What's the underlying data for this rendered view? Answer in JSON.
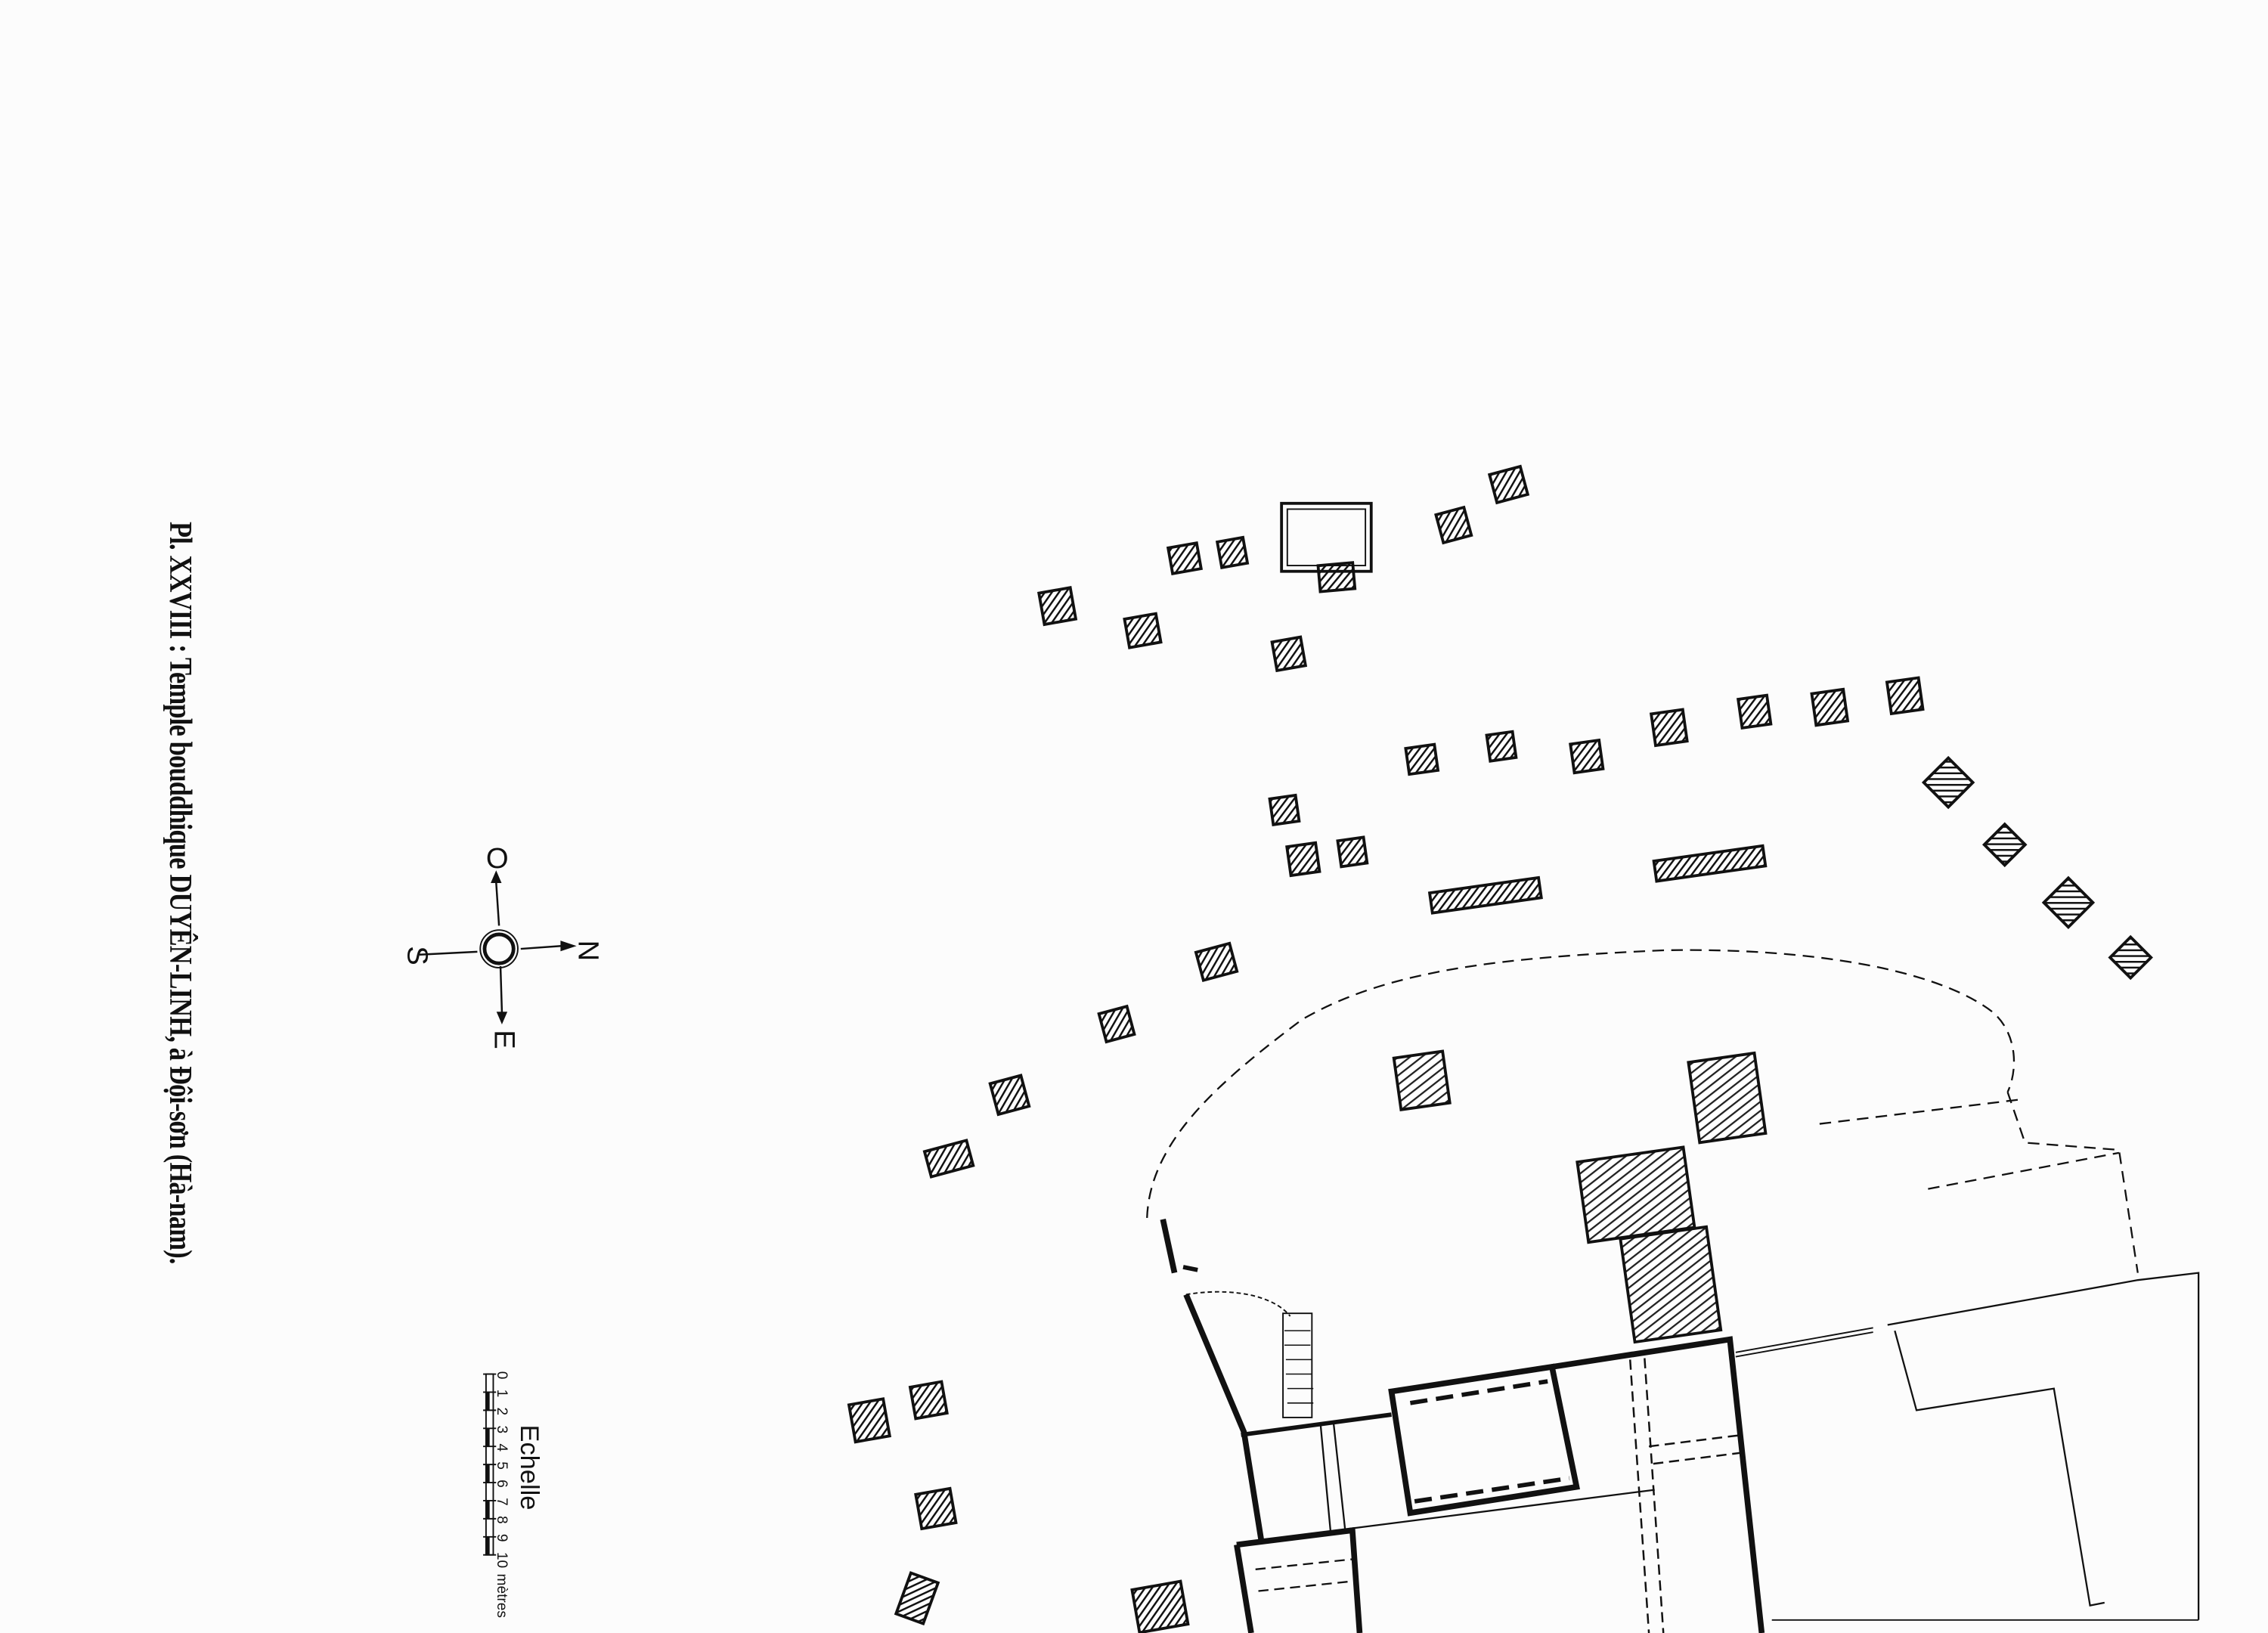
{
  "title": "Pl. XXVIII : Temple bouddhique DUYÊN-LINH, à Đội-sơn (Hà-nam).",
  "compass": {
    "north": "N",
    "south": "S",
    "east": "E",
    "west": "O"
  },
  "scale": {
    "label": "Echelle",
    "ticks": [
      "0",
      "1",
      "2",
      "3",
      "4",
      "5",
      "6",
      "7",
      "8",
      "9",
      "10"
    ],
    "unit": "mètres"
  }
}
